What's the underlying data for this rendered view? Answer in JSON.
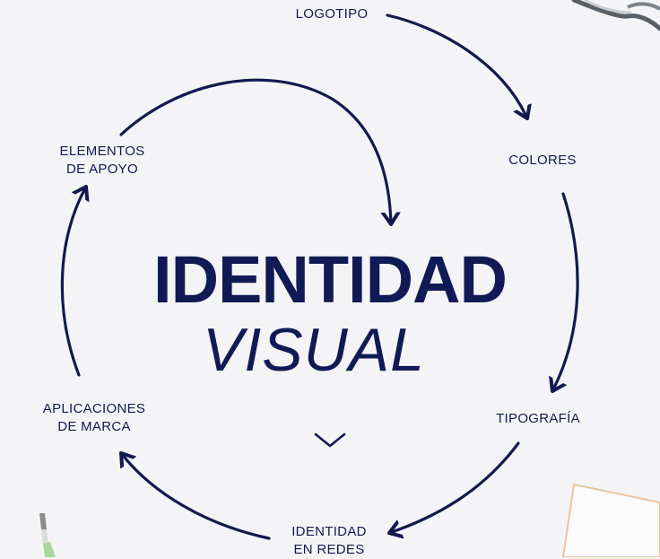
{
  "title": {
    "line1": "IDENTIDAD",
    "line2": "VISUAL"
  },
  "nodes": {
    "logotipo": "LOGOTIPO",
    "colores": "COLORES",
    "tipografia": "TIPOGRAFÍA",
    "identidad_redes": [
      "IDENTIDAD",
      "EN REDES"
    ],
    "aplicaciones_marca": [
      "APLICACIONES",
      "DE MARCA"
    ],
    "elementos_apoyo": [
      "ELEMENTOS",
      "DE APOYO"
    ]
  },
  "colors": {
    "ink": "#13194f",
    "background": "#f4f4f6"
  },
  "decor": [
    "glasses",
    "pen",
    "paper-sheet"
  ]
}
